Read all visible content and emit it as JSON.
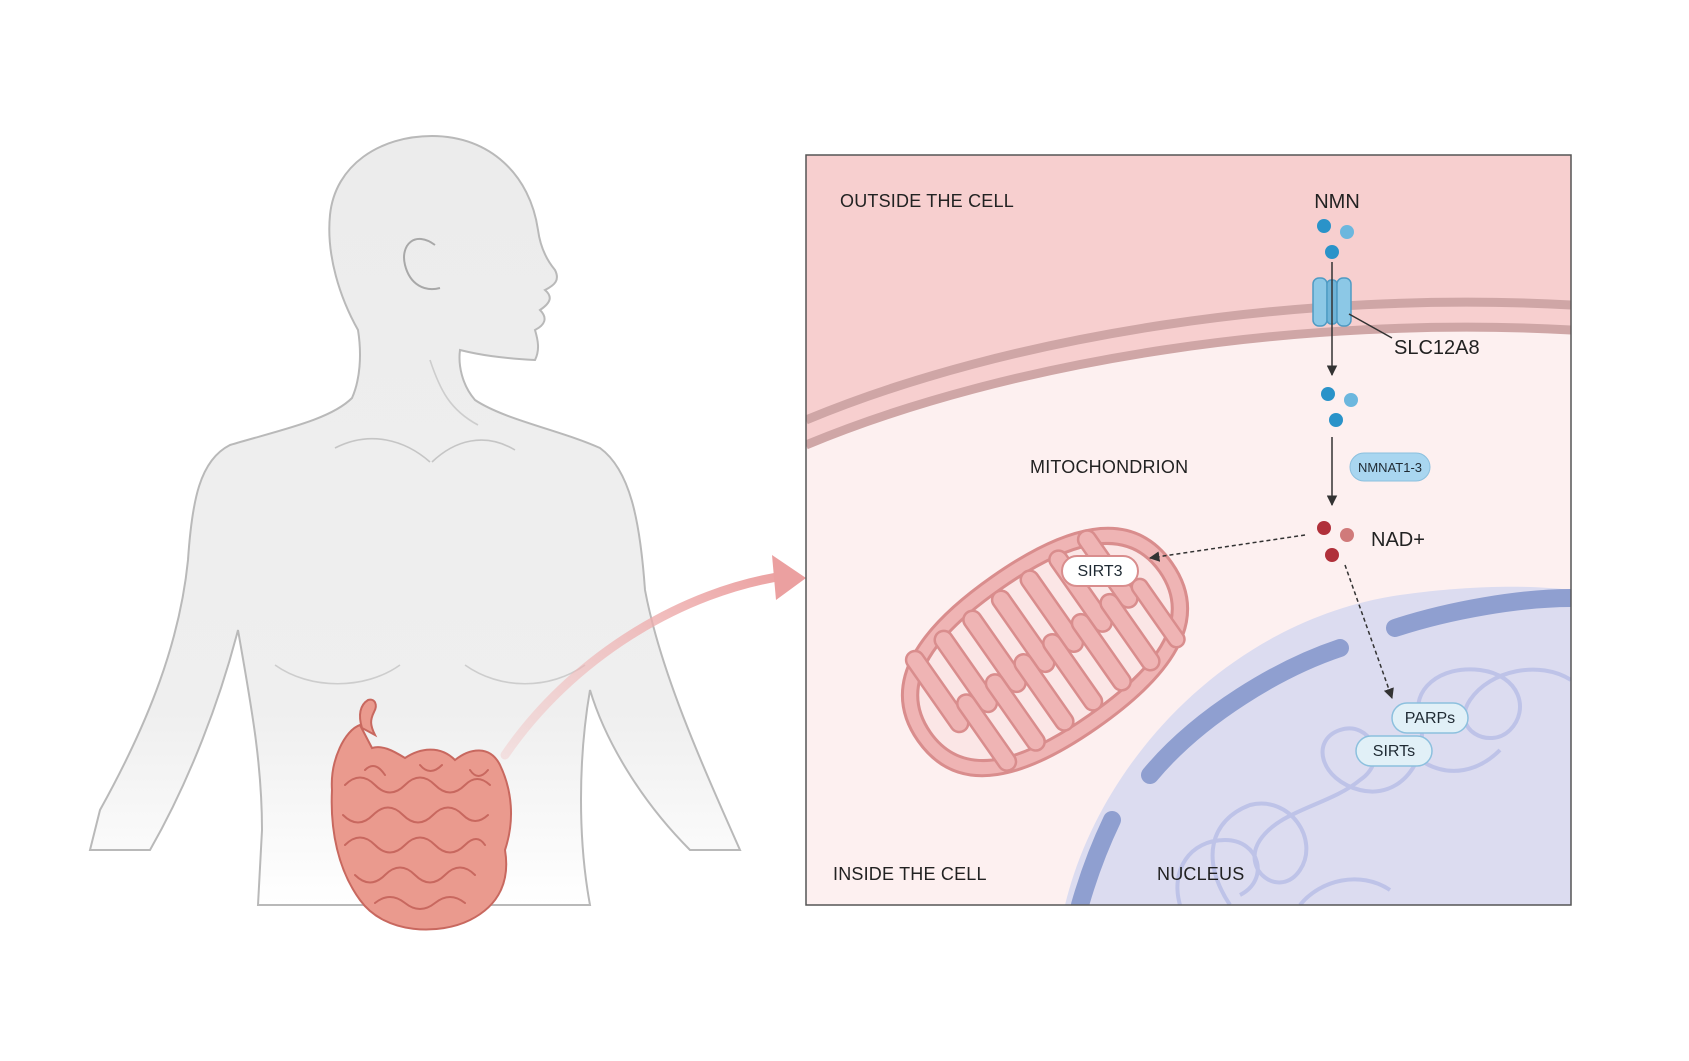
{
  "labels": {
    "outside_cell": "OUTSIDE THE CELL",
    "inside_cell": "INSIDE THE CELL",
    "mitochondrion": "MITOCHONDRION",
    "nucleus": "NUCLEUS",
    "nmn": "NMN",
    "transporter": "SLC12A8",
    "nad": "NAD+"
  },
  "enzymes": {
    "nmnat": "NMNAT1-3",
    "sirt3": "SIRT3",
    "parps": "PARPs",
    "sirts": "SIRTs"
  },
  "colors": {
    "extracellular": "#f7cfcf",
    "cytoplasm": "#fdf0f0",
    "membrane": "#cfa8a8",
    "nmn_molecule": "#2a93c9",
    "nad_molecule": "#b0303a",
    "mitochondrion": "#e8a3a3",
    "nucleus": "#dcdcf0",
    "nuclear_envelope": "#8f9fd0",
    "transporter": "#8cc8e6",
    "intestine": "#e8958a",
    "body": "#eeeeee"
  }
}
